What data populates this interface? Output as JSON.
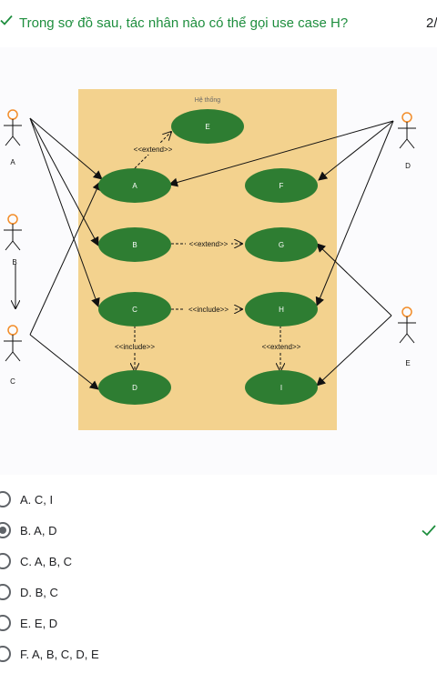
{
  "question": {
    "text": "Trong sơ đồ sau, tác nhân nào có thể gọi use case H?",
    "points": "2/",
    "correct_color": "#1e8e3e"
  },
  "diagram": {
    "system_label": "Hệ thống",
    "system_color": "#f3d28e",
    "usecase_color": "#2e7d32",
    "actor_head_color": "#f28c28",
    "actors": [
      "A",
      "B",
      "C",
      "D",
      "E"
    ],
    "usecases": [
      "A",
      "B",
      "C",
      "D",
      "E",
      "F",
      "G",
      "H",
      "I"
    ],
    "relations": {
      "extend_ae": "<<extend>>",
      "extend_bg": "<<extend>>",
      "include_ch": "<<include>>",
      "include_cd": "<<include>>",
      "extend_hi": "<<extend>>"
    }
  },
  "options": [
    {
      "label": "A. C, I",
      "selected": false
    },
    {
      "label": "B. A, D",
      "selected": true,
      "correct": true
    },
    {
      "label": "C. A, B, C",
      "selected": false
    },
    {
      "label": "D. B, C",
      "selected": false
    },
    {
      "label": "E. E, D",
      "selected": false
    },
    {
      "label": "F. A, B, C, D, E",
      "selected": false
    }
  ]
}
